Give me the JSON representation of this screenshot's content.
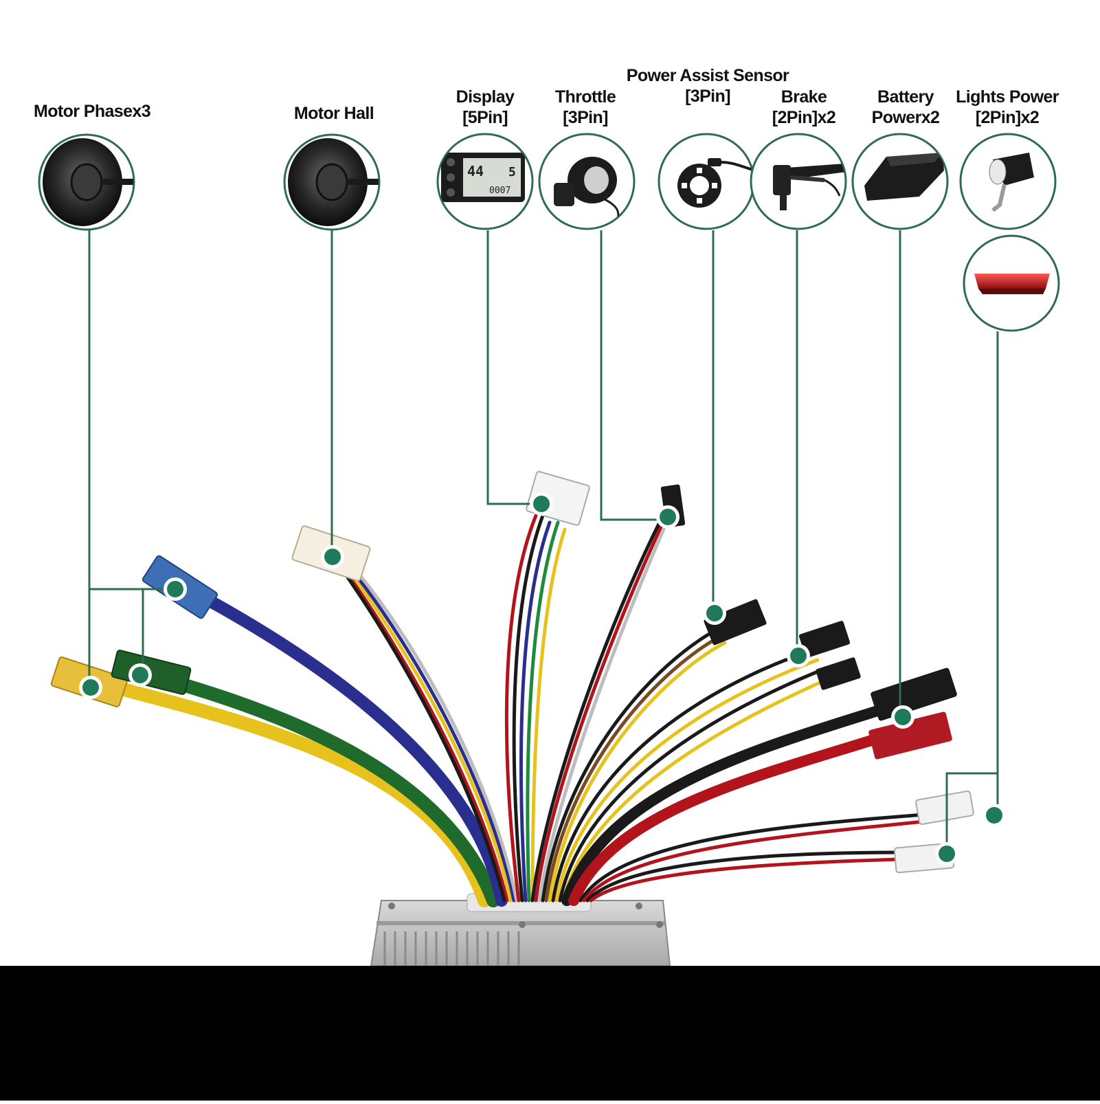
{
  "labels": {
    "motor_phase": "Motor Phasex3",
    "motor_hall": "Motor Hall",
    "display_line1": "Display",
    "display_line2": "[5Pin]",
    "throttle_line1": "Throttle",
    "throttle_line2": "[3Pin]",
    "pas_line1": "Power Assist Sensor",
    "pas_line2": "[3Pin]",
    "brake_line1": "Brake",
    "brake_line2": "[2Pin]x2",
    "battery_line1": "Battery",
    "battery_line2": "Powerx2",
    "lights_line1": "Lights Power",
    "lights_line2": "[2Pin]x2"
  },
  "display_screen": {
    "speed": "44",
    "small_digit": "5",
    "odometer": "0007"
  },
  "colors": {
    "callout_line": "#2e6b4f",
    "marker_dot": "#1f7a5a",
    "bottom_band": "#000000",
    "wire_yellow": "#e8c21c",
    "wire_green": "#1e6b2c",
    "wire_blue": "#2a2f8f",
    "wire_red": "#b3141b",
    "wire_black": "#1a1a1a"
  },
  "icons": [
    "hub-motor-icon",
    "lcd-display-icon",
    "thumb-throttle-icon",
    "pas-sensor-icon",
    "brake-lever-icon",
    "battery-pack-icon",
    "front-light-icon",
    "rear-light-icon",
    "controller-box-icon"
  ]
}
